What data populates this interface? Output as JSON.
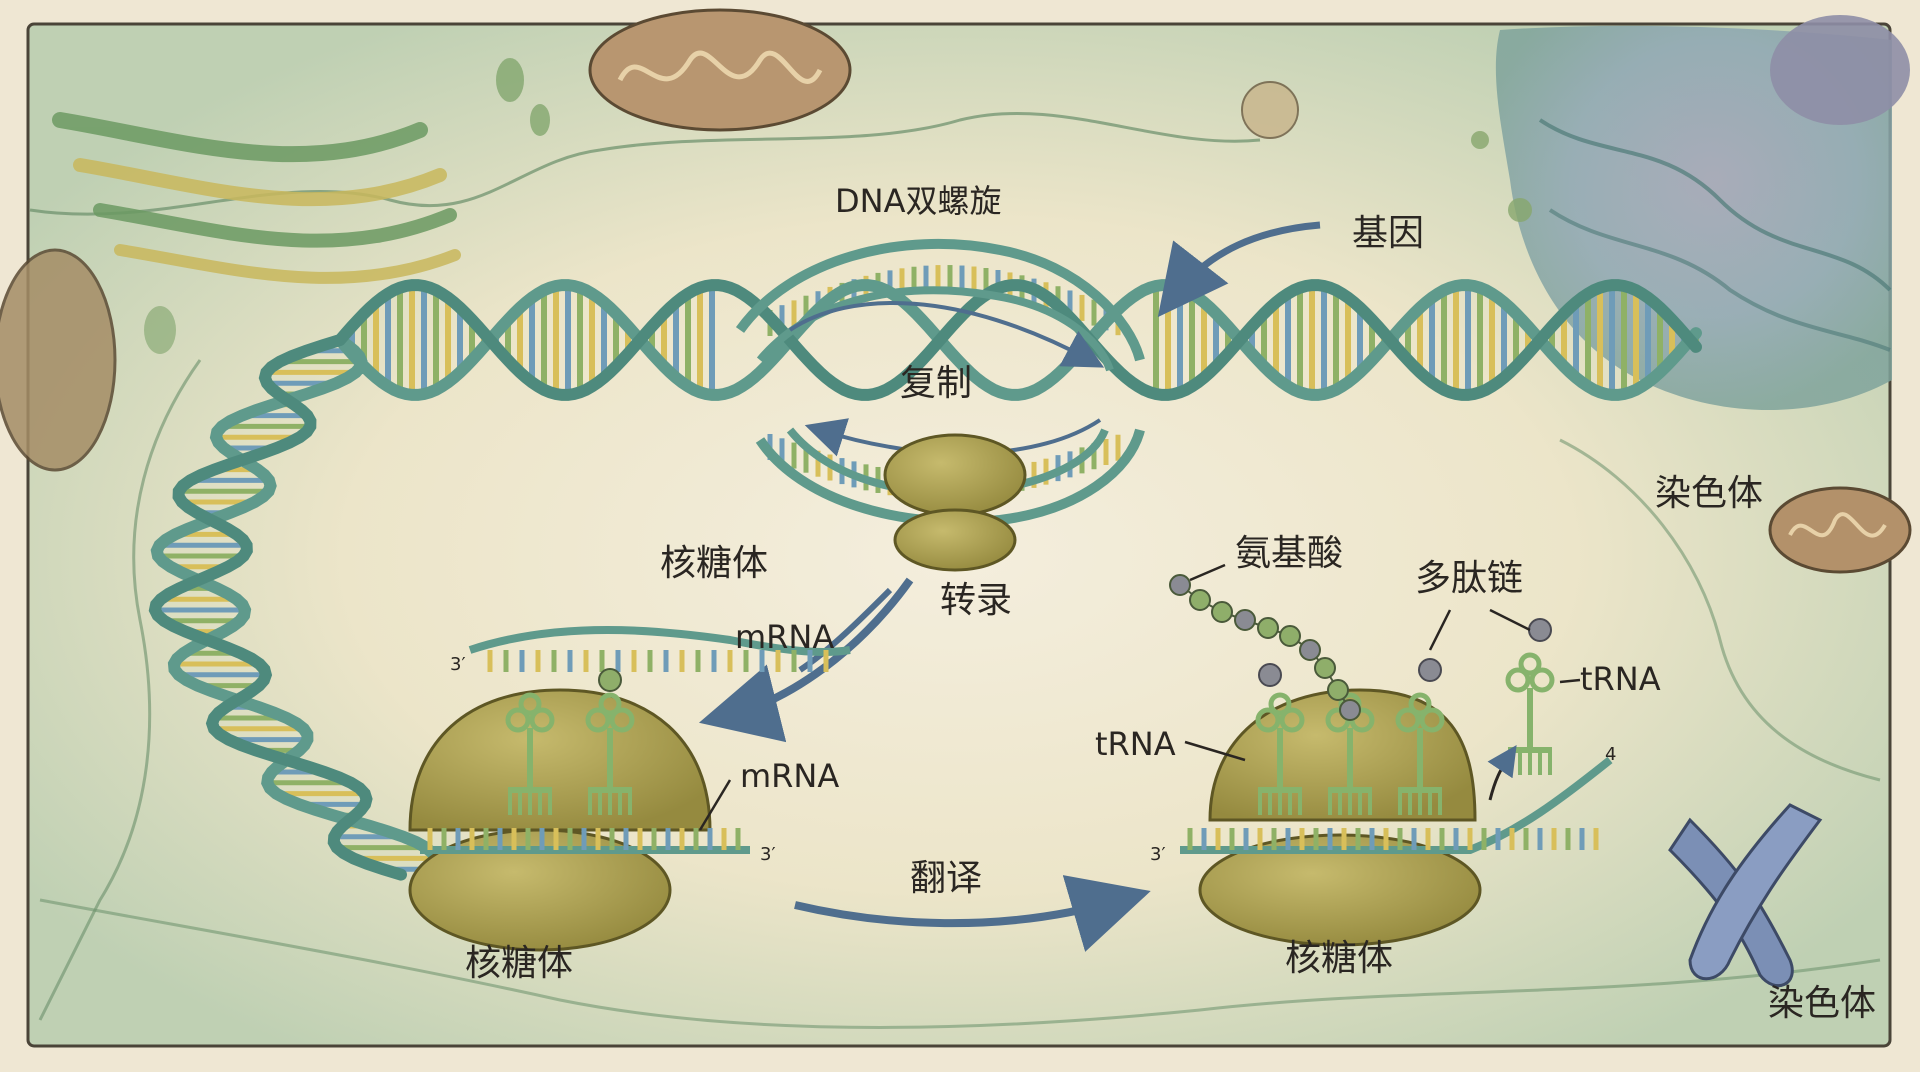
{
  "labels": {
    "dna_helix": "DNA双螺旋",
    "gene": "基因",
    "replication": "复制",
    "ribosome_center": "核糖体",
    "transcription": "转录",
    "mrna_strand": "mRNA",
    "mrna_ribosome": "mRNA",
    "ribosome_left": "核糖体",
    "translation": "翻译",
    "ribosome_right": "核糖体",
    "amino_acid": "氨基酸",
    "polypeptide": "多肽链",
    "trna_right": "tRNA",
    "trna_left": "tRNA",
    "chromosome_upper": "染色体",
    "chromosome_lower": "染色体",
    "prime_a": "3′",
    "prime_b": "3′",
    "prime_c": "3′",
    "prime_d": "4"
  },
  "colors": {
    "background": "#efe7d3",
    "backbone": "#5f9a8c",
    "base_yellow": "#d8bf5a",
    "base_green": "#8fb166",
    "base_blue": "#6f9cb8",
    "ribosome": "#a99c4d",
    "trna": "#86b36c",
    "arrow": "#5b7897",
    "amino_green": "#8fae6a",
    "amino_gray": "#8a8b93"
  }
}
